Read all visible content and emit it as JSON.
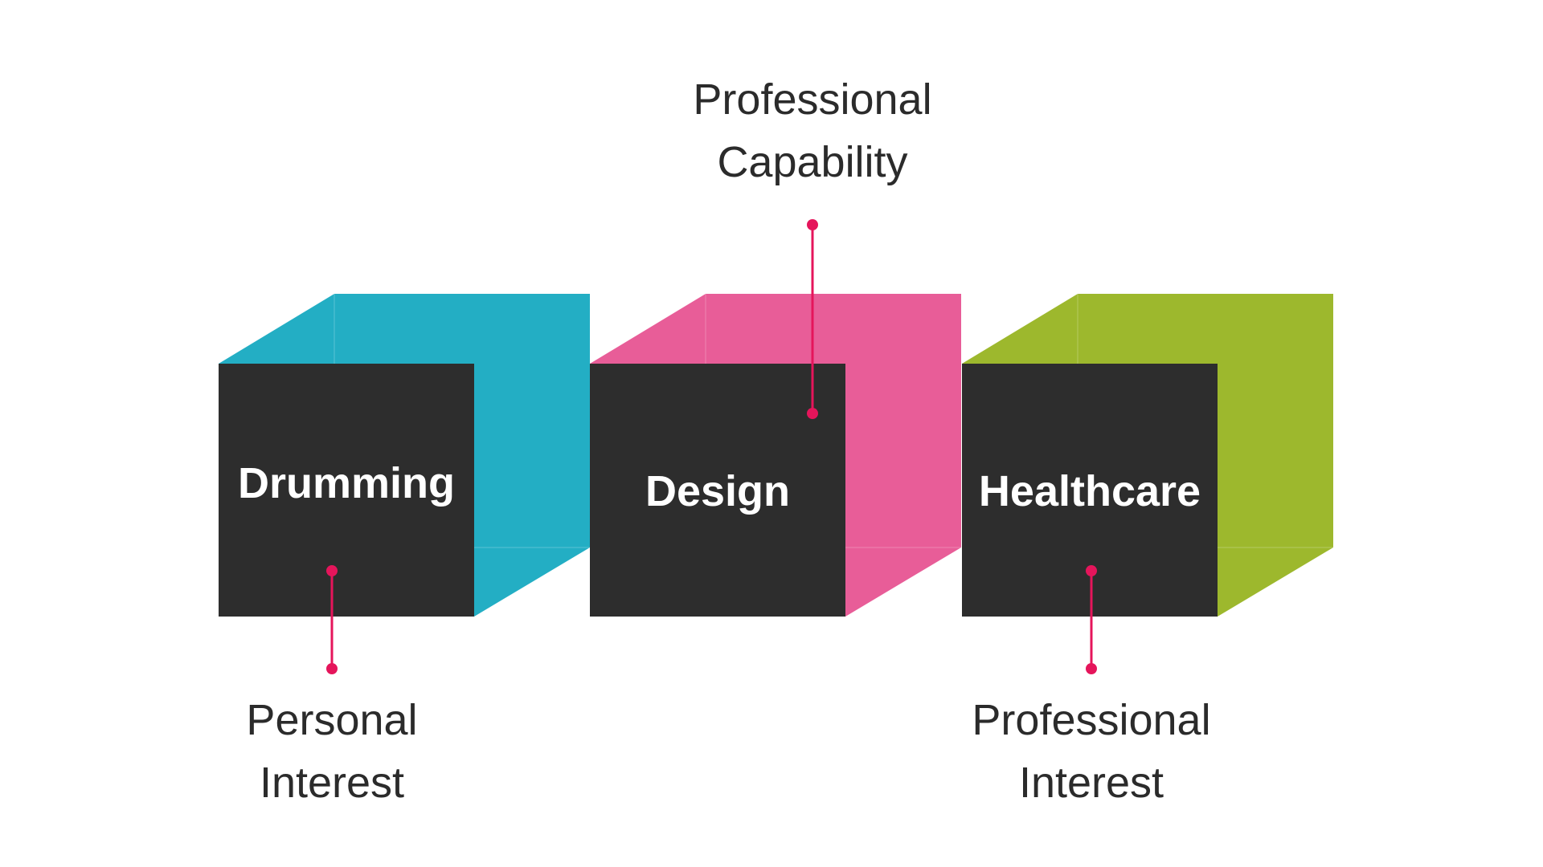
{
  "colors": {
    "front_face": "#2d2d2d",
    "connector": "#e5155b",
    "caption_text": "#2b2b2b",
    "label_text": "#ffffff"
  },
  "cubes": [
    {
      "label": "Drumming",
      "color": "#23aec4"
    },
    {
      "label": "Design",
      "color": "#e85d98"
    },
    {
      "label": "Healthcare",
      "color": "#9db82d"
    }
  ],
  "annotations": [
    {
      "cube": "Drumming",
      "line1": "Personal",
      "line2": "Interest"
    },
    {
      "cube": "Design",
      "line1": "Professional",
      "line2": "Capability"
    },
    {
      "cube": "Healthcare",
      "line1": "Professional",
      "line2": "Interest"
    }
  ]
}
